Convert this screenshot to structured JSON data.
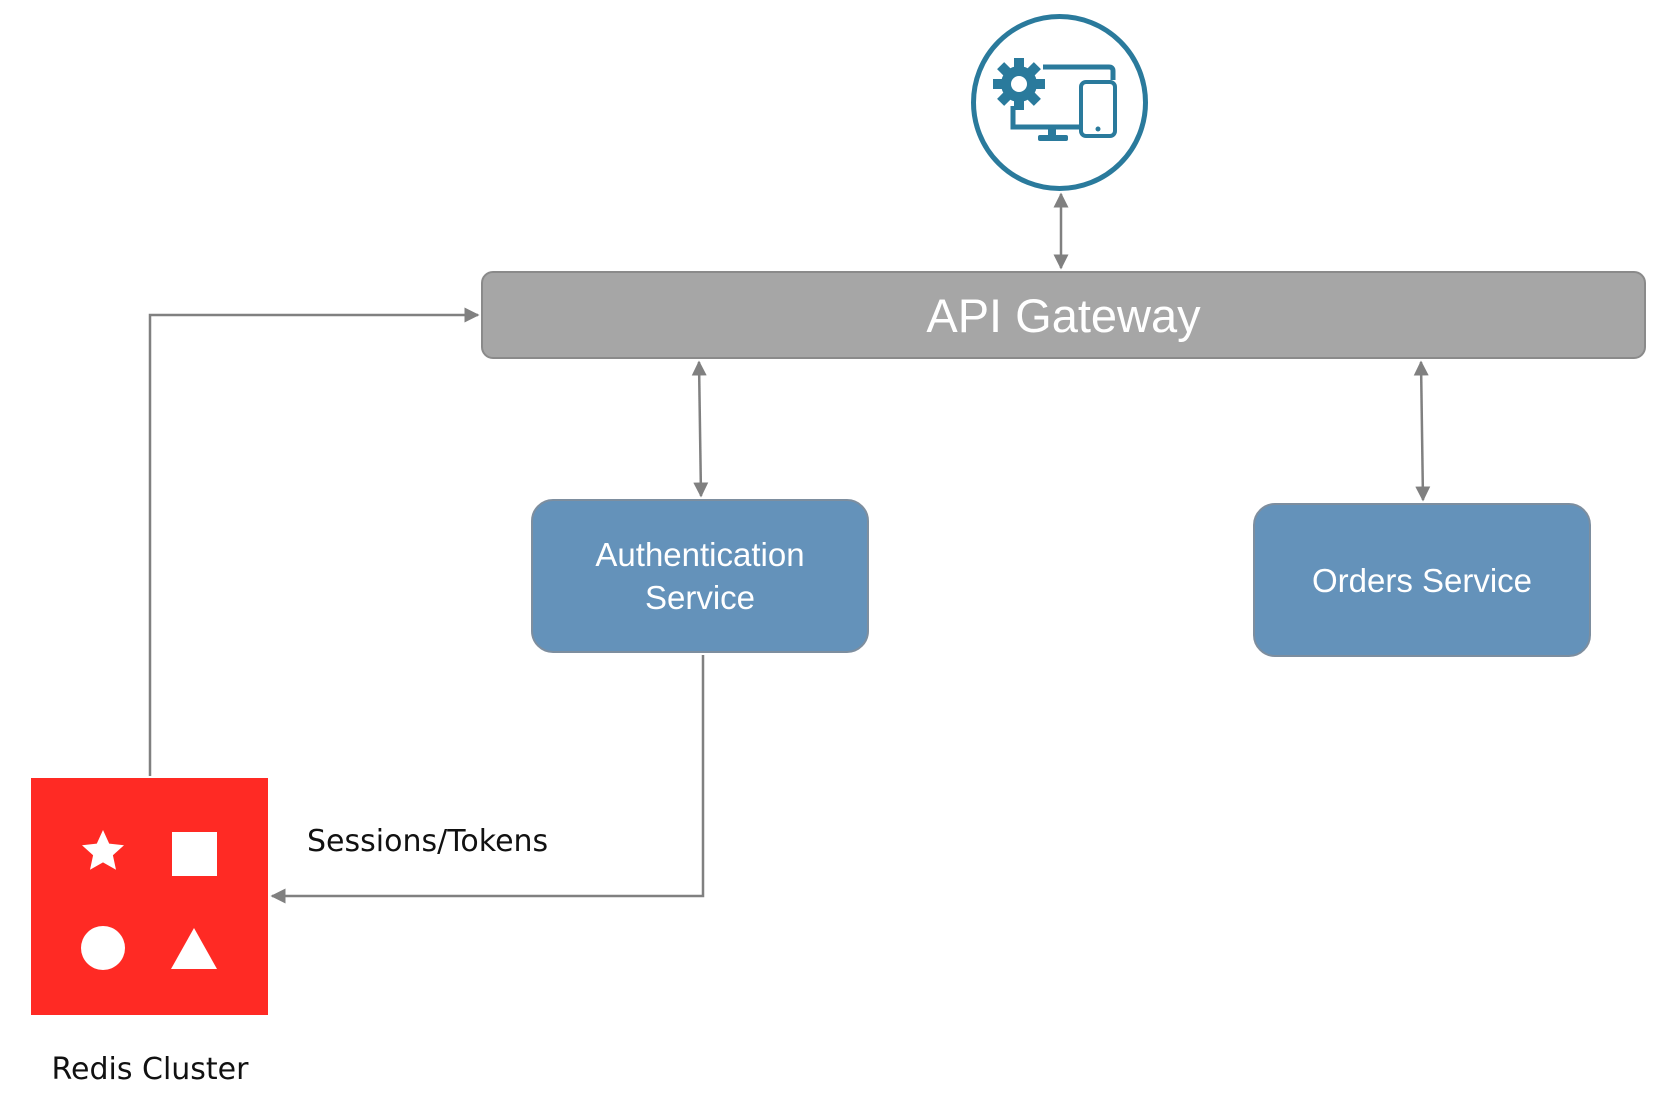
{
  "colors": {
    "gateway_fill": "#a6a6a6",
    "service_fill": "#6492ba",
    "redis_fill": "#ff2a24",
    "client_icon": "#2a7a9c",
    "connector": "#808080"
  },
  "client": {
    "icon": "settings-desktop-tablet-icon"
  },
  "gateway": {
    "label": "API Gateway"
  },
  "services": {
    "auth": {
      "line1": "Authentication",
      "line2": "Service"
    },
    "orders": {
      "label": "Orders Service"
    }
  },
  "redis": {
    "caption": "Redis Cluster",
    "icons": [
      "star-icon",
      "square-icon",
      "circle-icon",
      "triangle-icon"
    ]
  },
  "edges": {
    "auth_to_redis_label": "Sessions/Tokens"
  }
}
